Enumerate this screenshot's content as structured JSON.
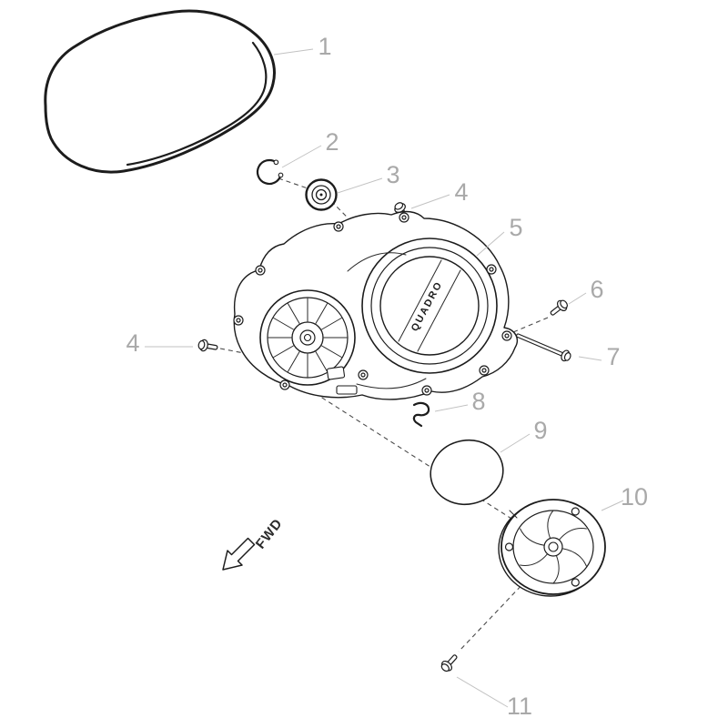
{
  "diagram": {
    "kind": "exploded-parts-diagram",
    "brand_text": "QUADRO",
    "fwd_text": "FWD",
    "colors": {
      "background": "#ffffff",
      "line": "#1c1c1c",
      "callout_text": "#a9a9a9",
      "leader_line": "#c2c2c2",
      "dashed_axis": "#4a4a4a"
    },
    "callouts": [
      {
        "id": "belt",
        "text": "1"
      },
      {
        "id": "circlip",
        "text": "2"
      },
      {
        "id": "bearing",
        "text": "3"
      },
      {
        "id": "bolt-upper",
        "text": "4"
      },
      {
        "id": "cvt-cover",
        "text": "5"
      },
      {
        "id": "bolt-short",
        "text": "6"
      },
      {
        "id": "bolt-long",
        "text": "7"
      },
      {
        "id": "bolt-left",
        "text": "4"
      },
      {
        "id": "retainer-clip",
        "text": "8"
      },
      {
        "id": "foam-disc",
        "text": "9"
      },
      {
        "id": "outer-cover-plate",
        "text": "10"
      },
      {
        "id": "bolt-bottom",
        "text": "11"
      }
    ]
  }
}
